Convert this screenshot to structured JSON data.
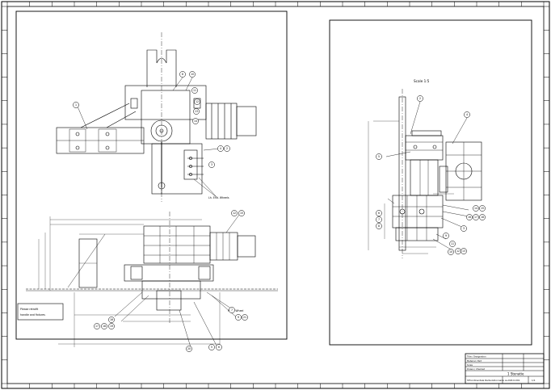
{
  "drawing": {
    "scale_note": "Scale 1:5",
    "note_box_line1": "Please retrofit",
    "note_box_line2": "handle and fixtures",
    "callout_a": "Lh. End. Wheels",
    "callout_b": "Hand Wheel"
  },
  "balloons": {
    "top_view": [
      "1",
      "8",
      "10",
      "11",
      "12",
      "13",
      "14",
      "2",
      "4",
      "3"
    ],
    "front_view": [
      "12",
      "15",
      "16",
      "17",
      "18",
      "19",
      "20",
      "5",
      "6",
      "7",
      "9",
      "21"
    ],
    "side_view": [
      "4",
      "2",
      "5",
      "6",
      "7",
      "8",
      "9",
      "10",
      "11",
      "12",
      "13",
      "14",
      "15",
      "16",
      "17",
      "18",
      "3"
    ]
  },
  "title_block": {
    "header_rows": [
      "Title / Designation",
      "Material / Part",
      "Scale",
      "Drawn / Checked"
    ],
    "drawing_title": "1 Stenatie",
    "company": "STContinentale Radvolutionnaire",
    "drawing_number": "ss-018-0-001",
    "sheet": "1/1"
  }
}
